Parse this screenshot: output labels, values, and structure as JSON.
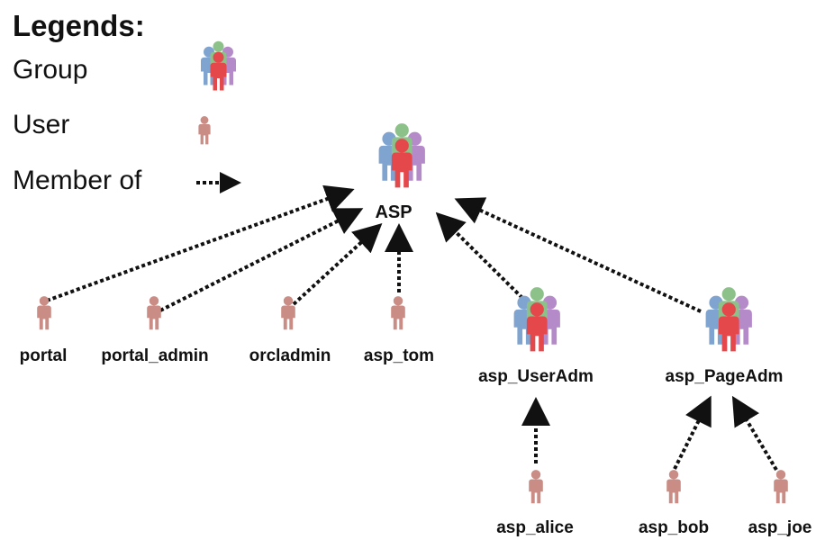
{
  "legend": {
    "title": "Legends:",
    "group_label": "Group",
    "user_label": "User",
    "member_of_label": "Member of"
  },
  "nodes": {
    "root": {
      "label": "ASP",
      "kind": "group"
    },
    "portal": {
      "label": "portal",
      "kind": "user"
    },
    "portal_admin": {
      "label": "portal_admin",
      "kind": "user"
    },
    "orcladmin": {
      "label": "orcladmin",
      "kind": "user"
    },
    "asp_tom": {
      "label": "asp_tom",
      "kind": "user"
    },
    "asp_useradm": {
      "label": "asp_UserAdm",
      "kind": "group"
    },
    "asp_pageadm": {
      "label": "asp_PageAdm",
      "kind": "group"
    },
    "asp_alice": {
      "label": "asp_alice",
      "kind": "user"
    },
    "asp_bob": {
      "label": "asp_bob",
      "kind": "user"
    },
    "asp_joe": {
      "label": "asp_joe",
      "kind": "user"
    }
  },
  "edges": [
    {
      "from": "portal",
      "to": "root",
      "relation": "member of"
    },
    {
      "from": "portal_admin",
      "to": "root",
      "relation": "member of"
    },
    {
      "from": "orcladmin",
      "to": "root",
      "relation": "member of"
    },
    {
      "from": "asp_tom",
      "to": "root",
      "relation": "member of"
    },
    {
      "from": "asp_useradm",
      "to": "root",
      "relation": "member of"
    },
    {
      "from": "asp_pageadm",
      "to": "root",
      "relation": "member of"
    },
    {
      "from": "asp_alice",
      "to": "asp_useradm",
      "relation": "member of"
    },
    {
      "from": "asp_bob",
      "to": "asp_pageadm",
      "relation": "member of"
    },
    {
      "from": "asp_joe",
      "to": "asp_pageadm",
      "relation": "member of"
    }
  ],
  "colors": {
    "user": "#c98d86",
    "group_blue": "#7fa4cf",
    "group_green": "#8cc28a",
    "group_purple": "#b58ac9",
    "group_red": "#e4484b",
    "arrow": "#111111"
  }
}
